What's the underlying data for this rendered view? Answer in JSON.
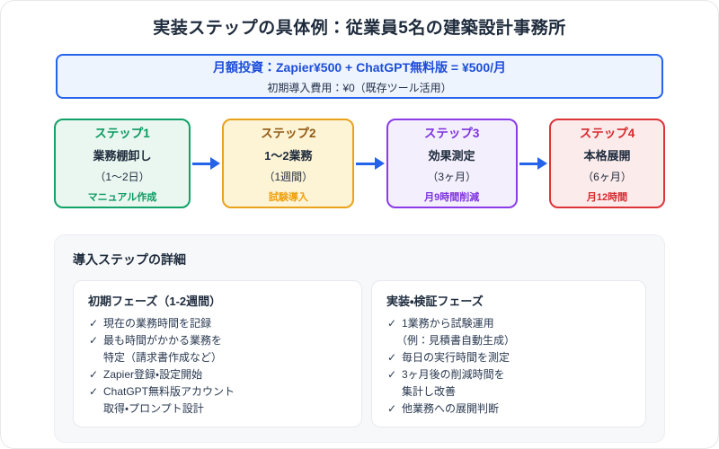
{
  "page": {
    "title": "実装ステップの具体例：従業員5名の建築設計事務所"
  },
  "banner": {
    "line1": "月額投資：Zapier¥500 + ChatGPT無料版 = ¥500/月",
    "line2": "初期導入費用：¥0（既存ツール活用）"
  },
  "steps": [
    {
      "name": "ステップ1",
      "task": "業務棚卸し",
      "duration": "（1〜2日）",
      "note": "マニュアル作成",
      "colors": {
        "border": "#12a268",
        "bg": "#e9f7f0",
        "accent": "#0c9a62",
        "note": "#0c9a62"
      }
    },
    {
      "name": "ステップ2",
      "task": "1〜2業務",
      "duration": "（1週間）",
      "note": "試験導入",
      "colors": {
        "border": "#e9a21b",
        "bg": "#fdf4d6",
        "accent": "#915a14",
        "note": "#f0a113"
      }
    },
    {
      "name": "ステップ3",
      "task": "効果測定",
      "duration": "（3ヶ月）",
      "note": "月9時間削減",
      "colors": {
        "border": "#8b3ce8",
        "bg": "#f4effc",
        "accent": "#7d33e0",
        "note": "#7d33e0"
      }
    },
    {
      "name": "ステップ4",
      "task": "本格展開",
      "duration": "（6ヶ月）",
      "note": "月12時間",
      "colors": {
        "border": "#dc3438",
        "bg": "#fcebeb",
        "accent": "#d62a2e",
        "note": "#d62a2e"
      }
    }
  ],
  "details": {
    "title": "導入ステップの詳細",
    "cards": [
      {
        "title": "初期フェーズ（1-2週間）",
        "items": [
          {
            "check": true,
            "text": "現在の業務時間を記録"
          },
          {
            "check": true,
            "text": "最も時間がかかる業務を"
          },
          {
            "check": false,
            "text": "特定（請求書作成など）"
          },
          {
            "check": true,
            "text": "Zapier登録・設定開始"
          },
          {
            "check": true,
            "text": "ChatGPT無料版アカウント"
          },
          {
            "check": false,
            "text": "取得・プロンプト設計"
          }
        ]
      },
      {
        "title": "実装・検証フェーズ",
        "items": [
          {
            "check": true,
            "text": "1業務から試験運用"
          },
          {
            "check": false,
            "text": "（例：見積書自動生成）"
          },
          {
            "check": true,
            "text": "毎日の実行時間を測定"
          },
          {
            "check": true,
            "text": "3ヶ月後の削減時間を"
          },
          {
            "check": false,
            "text": "集計し改善"
          },
          {
            "check": true,
            "text": "他業務への展開判断"
          }
        ]
      }
    ]
  },
  "icons": {
    "check": "✓"
  },
  "colors": {
    "arrow": "#2563eb",
    "banner_border": "#2563eb",
    "banner_bg": "#eef4fe",
    "banner_text": "#1d4ed8",
    "text_dark": "#1e2b3c",
    "panel_bg": "#f7f8fa",
    "card_bg": "#ffffff"
  }
}
